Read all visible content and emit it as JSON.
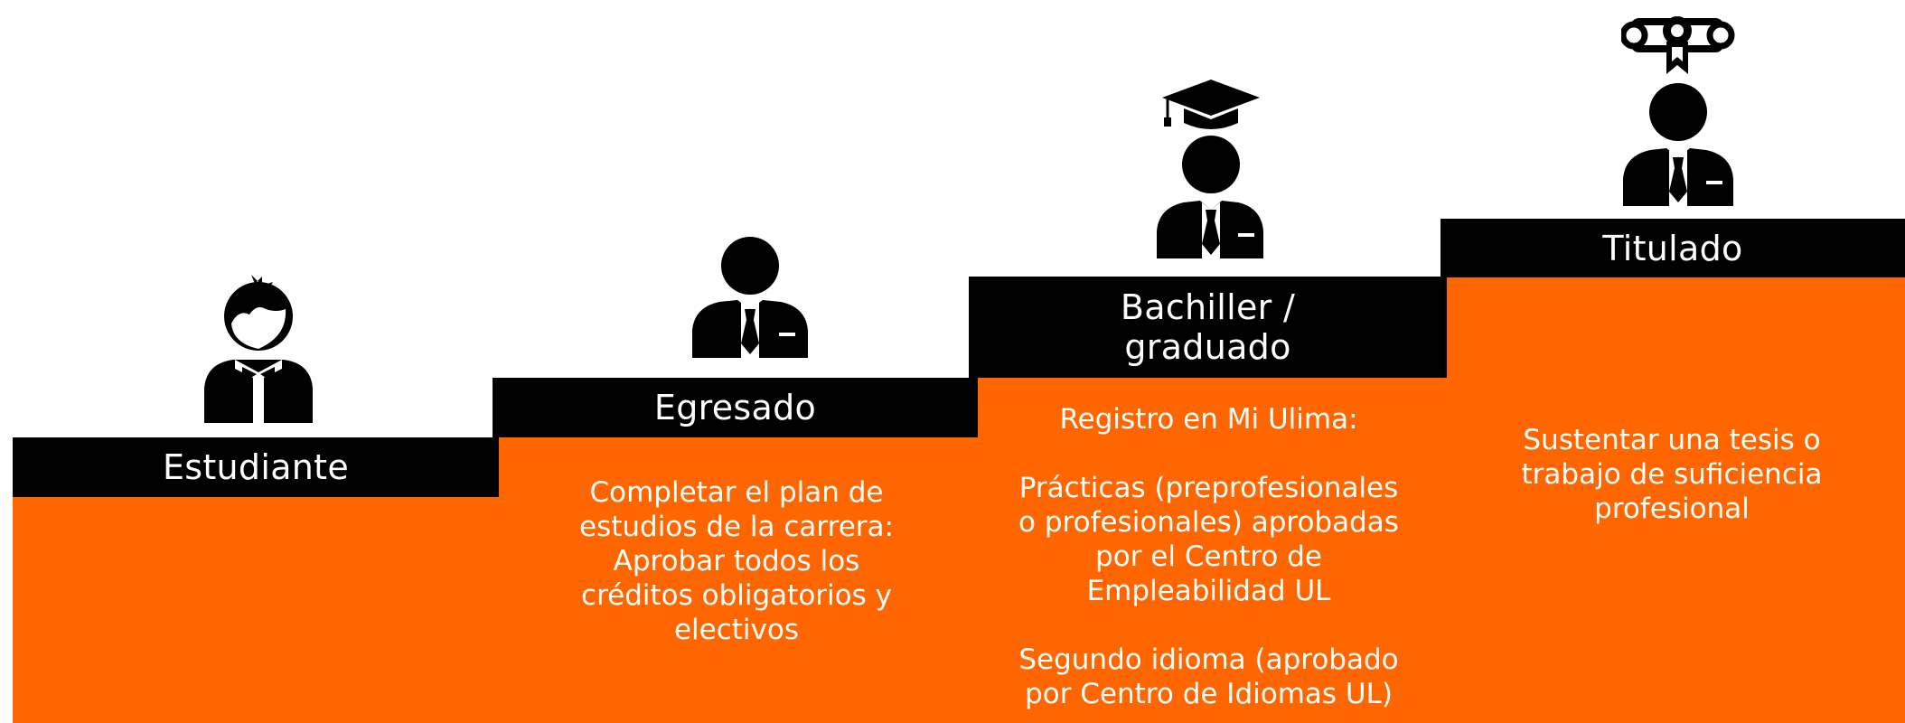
{
  "colors": {
    "step_fill": "#ff6600",
    "label_bar": "#000000",
    "text": "#ffffff",
    "icon": "#000000"
  },
  "steps": [
    {
      "label": "Estudiante",
      "icon": "student-icon",
      "description": ""
    },
    {
      "label": "Egresado",
      "icon": "graduate-person-icon",
      "description": "Completar el plan de\nestudios de la carrera:\nAprobar todos los\ncréditos obligatorios y\nelectivos"
    },
    {
      "label": "Bachiller /\ngraduado",
      "icon": "bachelor-cap-icon",
      "description": "Registro en Mi Ulima:\n\nPrácticas (preprofesionales\no profesionales) aprobadas\npor el Centro de\nEmpleabilidad UL\n\nSegundo idioma (aprobado\npor Centro de Idiomas UL)"
    },
    {
      "label": "Titulado",
      "icon": "diploma-person-icon",
      "description": "Sustentar una tesis o\ntrabajo de suficiencia\nprofesional"
    }
  ]
}
